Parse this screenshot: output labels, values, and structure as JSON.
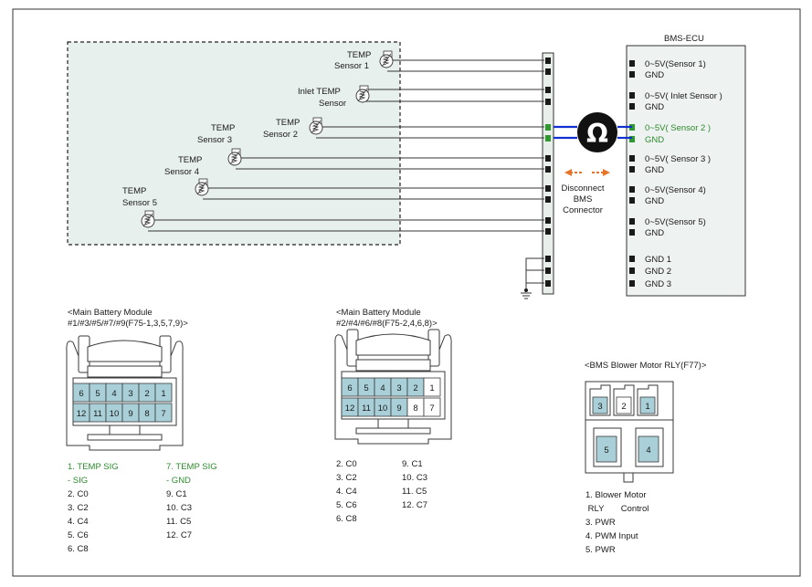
{
  "sensors": [
    {
      "id": "s1",
      "label": [
        "TEMP",
        "Sensor 1"
      ]
    },
    {
      "id": "inlet",
      "label": [
        "Inlet TEMP",
        "Sensor"
      ]
    },
    {
      "id": "s2",
      "label": [
        "TEMP",
        "Sensor 2"
      ]
    },
    {
      "id": "s3",
      "label": [
        "TEMP",
        "Sensor 3"
      ]
    },
    {
      "id": "s4",
      "label": [
        "TEMP",
        "Sensor 4"
      ]
    },
    {
      "id": "s5",
      "label": [
        "TEMP",
        "Sensor 5"
      ]
    }
  ],
  "ecu": {
    "title": "BMS-ECU",
    "pins": [
      {
        "text": "0~5V(Sensor 1)",
        "color": "normal"
      },
      {
        "text": "GND",
        "color": "normal"
      },
      {
        "text": "0~5V(   Inlet Sensor     )",
        "color": "normal"
      },
      {
        "text": "GND",
        "color": "normal"
      },
      {
        "text": "0~5V(   Sensor 2    )",
        "color": "green"
      },
      {
        "text": "GND",
        "color": "green"
      },
      {
        "text": "0~5V(   Sensor 3    )",
        "color": "normal"
      },
      {
        "text": "GND",
        "color": "normal"
      },
      {
        "text": "0~5V(Sensor 4)",
        "color": "normal"
      },
      {
        "text": "GND",
        "color": "normal"
      },
      {
        "text": "0~5V(Sensor 5)",
        "color": "normal"
      },
      {
        "text": "GND",
        "color": "normal"
      },
      {
        "text": "GND 1",
        "color": "normal"
      },
      {
        "text": "GND 2",
        "color": "normal"
      },
      {
        "text": "GND 3",
        "color": "normal"
      }
    ]
  },
  "ohm_symbol": "Ω",
  "disconnect_label": [
    "Disconnect",
    "BMS",
    "Connector"
  ],
  "colors": {
    "wire_highlight": "#1030d0",
    "arrow": "#e8742a",
    "cell": "#a9d0d8",
    "green_text": "#2e8b2e",
    "box_bg": "#e8f0ee"
  },
  "module_odd": {
    "title": [
      "<Main Battery Module",
      " #1/#3/#5/#7/#9(F75-1,3,5,7,9)>"
    ],
    "top_row": [
      "6",
      "5",
      "4",
      "3",
      "2",
      "1"
    ],
    "bottom_row": [
      "12",
      "11",
      "10",
      "9",
      "8",
      "7"
    ],
    "legend_col1": [
      "1. TEMP SIG",
      " - SIG",
      "2. C0",
      "3. C2",
      "4. C4",
      "5. C6",
      "6. C8"
    ],
    "legend_col2": [
      "7. TEMP SIG",
      " - GND",
      "9. C1",
      "10. C3",
      "11. C5",
      "12. C7"
    ]
  },
  "module_even": {
    "title": [
      "<Main Battery Module",
      " #2/#4/#6/#8(F75-2,4,6,8)>"
    ],
    "top_row": [
      "6",
      "5",
      "4",
      "3",
      "2",
      "1"
    ],
    "bottom_row": [
      "12",
      "11",
      "10",
      "9",
      "8",
      "7"
    ],
    "legend_col1": [
      "2. C0",
      "3. C2",
      "4. C4",
      "5. C6",
      "6. C8"
    ],
    "legend_col2": [
      "9. C1",
      "10. C3",
      "11. C5",
      "12. C7"
    ]
  },
  "relay": {
    "title": "<BMS Blower Motor RLY(F77)>",
    "top_pins": [
      "3",
      "2",
      "1"
    ],
    "bottom_pins": [
      "5",
      "4"
    ],
    "legend": [
      "1. Blower Motor",
      " RLY       Control",
      "3. PWR",
      "4. PWM Input",
      "5. PWR"
    ]
  }
}
